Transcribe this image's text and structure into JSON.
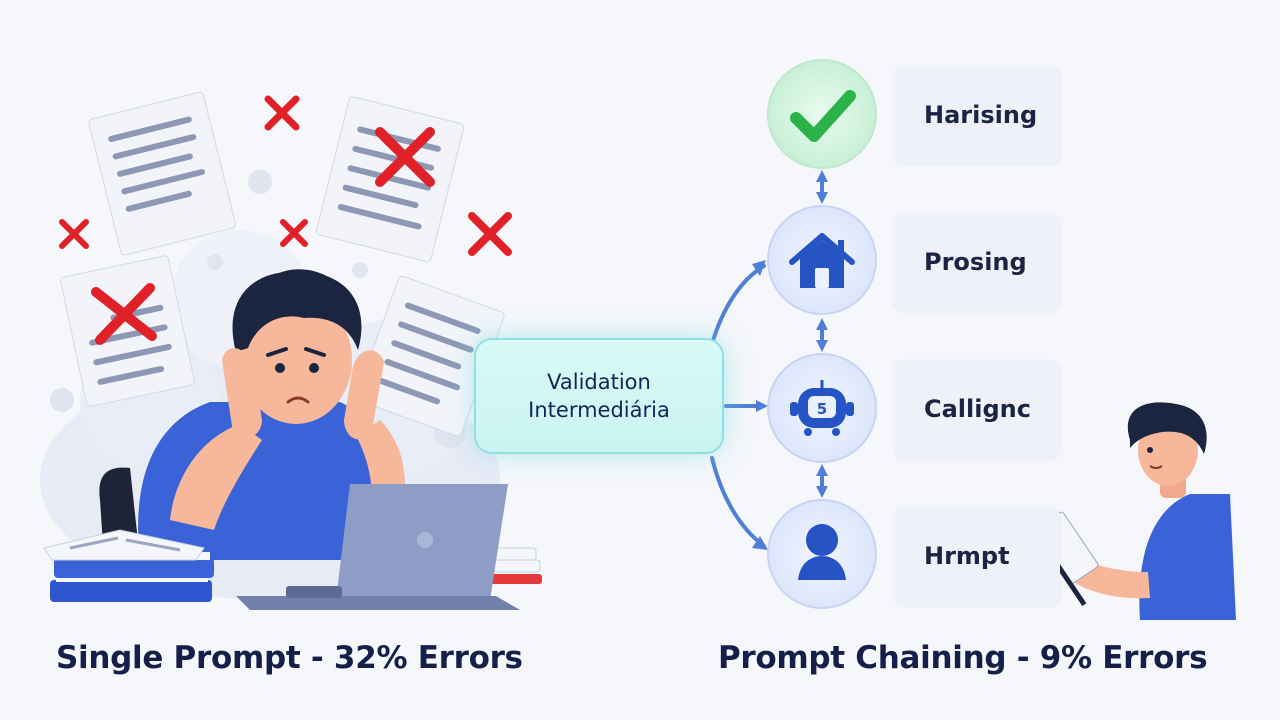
{
  "captions": {
    "left": "Single Prompt - 32% Errors",
    "right": "Prompt Chaining - 9% Errors"
  },
  "center_box": {
    "text": "Validation\nIntermediária"
  },
  "steps": [
    {
      "label": "Harising",
      "icon": "check-icon",
      "color": "#2bb34a"
    },
    {
      "label": "Prosing",
      "icon": "house-icon",
      "color": "#2754c5"
    },
    {
      "label": "Callignc",
      "icon": "robot-icon",
      "color": "#2754c5"
    },
    {
      "label": "Hrmpt",
      "icon": "person-icon",
      "color": "#2754c5"
    }
  ],
  "colors": {
    "error_red": "#e02228",
    "accent_blue": "#3a5fd6",
    "flow_blue": "#4f7fd8",
    "check_green": "#2bb34a"
  }
}
